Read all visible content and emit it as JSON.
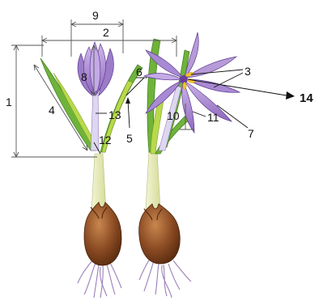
{
  "labels": [
    "1",
    "2",
    "3",
    "4",
    "5",
    "6",
    "7",
    "8",
    "9",
    "10",
    "11",
    "12",
    "13",
    "14"
  ],
  "colors": {
    "petal": "#b79ad8",
    "petal_dark": "#8a63b8",
    "leaf": "#6fb33b",
    "leaf_light": "#b9d94a",
    "stem": "#e8ecb8",
    "bulb": "#8a4a22",
    "bulb_light": "#c07a48",
    "roots": "#9a7fb8",
    "stamen": "#f1c232"
  }
}
